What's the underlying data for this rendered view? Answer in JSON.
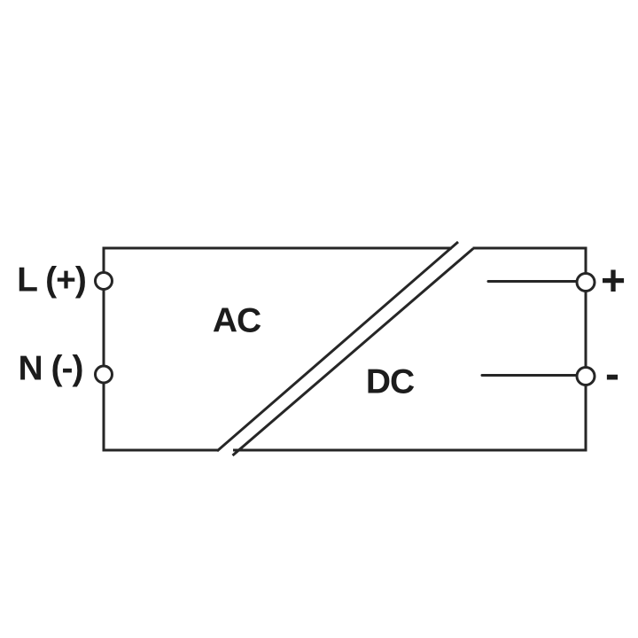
{
  "diagram": {
    "title": "ac-dc-power-converter-symbol",
    "background_color": "#ffffff",
    "line_color": "#262626",
    "text_color": "#1c1c1c",
    "labels": {
      "input_line": "L (+)",
      "input_neutral": "N (-)",
      "region_input": "AC",
      "region_output": "DC",
      "output_positive": "+",
      "output_negative": "-"
    }
  }
}
